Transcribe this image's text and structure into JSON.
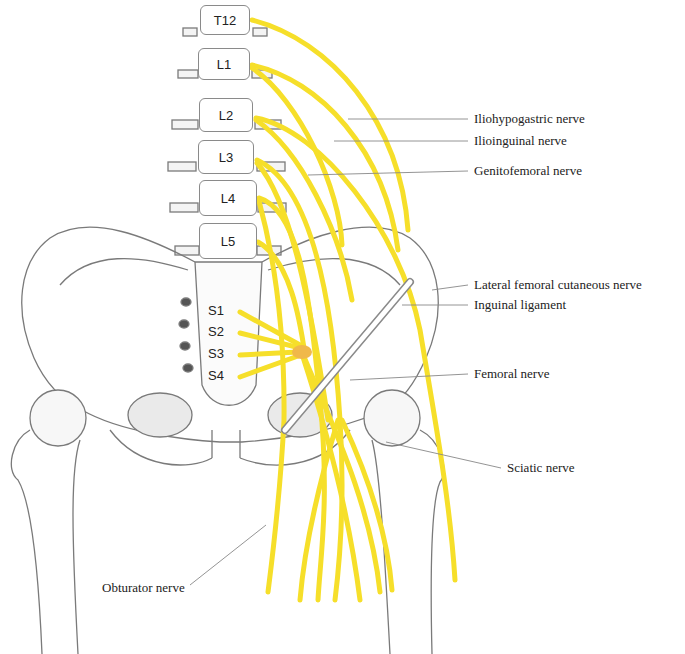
{
  "diagram": {
    "nodes": [
      {
        "text": [
          "T12"
        ]
      },
      {
        "text": [
          "L1"
        ]
      },
      {
        "text": [
          "L2"
        ]
      },
      {
        "text": [
          "L3"
        ]
      },
      {
        "text": [
          "L4"
        ]
      },
      {
        "text": [
          "L5"
        ]
      }
    ],
    "labels": [
      "S1",
      "S2",
      "S3",
      "S4",
      "Iliohypogastric nerve",
      "Ilioinguinal nerve",
      "Genitofemoral nerve",
      "Lateral femoral cutaneous nerve",
      "Inguinal ligament",
      "Femoral nerve",
      "Sciatic nerve",
      "Obturator nerve"
    ]
  }
}
